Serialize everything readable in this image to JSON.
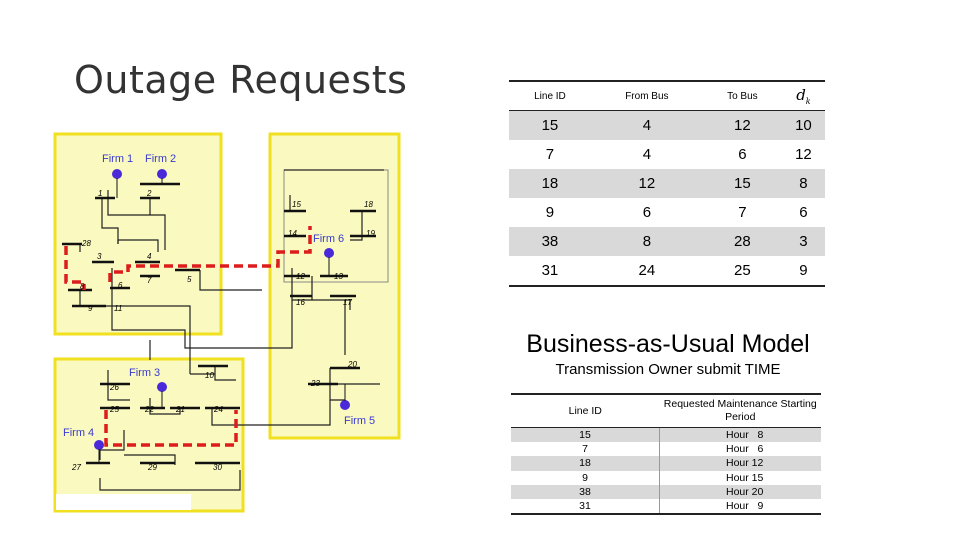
{
  "slide": {
    "title": "Outage Requests"
  },
  "diagram": {
    "firms": [
      "Firm 1",
      "Firm 2",
      "Firm 3",
      "Firm 4",
      "Firm 5",
      "Firm 6"
    ],
    "buses": [
      "1",
      "2",
      "3",
      "4",
      "5",
      "6",
      "7",
      "8",
      "9",
      "10",
      "11",
      "12",
      "13",
      "14",
      "15",
      "16",
      "17",
      "18",
      "19",
      "20",
      "21",
      "22",
      "23",
      "24",
      "25",
      "26",
      "27",
      "28",
      "29",
      "30"
    ],
    "colors": {
      "zone_fill": "#fafac0",
      "zone_border": "#f0e020",
      "outage_path": "#dd1c1c",
      "generator": "#4a2ad8"
    }
  },
  "table1": {
    "headers": [
      "Line ID",
      "From Bus",
      "To Bus",
      "d",
      "k"
    ],
    "rows": [
      [
        "15",
        "4",
        "12",
        "10"
      ],
      [
        "7",
        "4",
        "6",
        "12"
      ],
      [
        "18",
        "12",
        "15",
        "8"
      ],
      [
        "9",
        "6",
        "7",
        "6"
      ],
      [
        "38",
        "8",
        "28",
        "3"
      ],
      [
        "31",
        "24",
        "25",
        "9"
      ]
    ]
  },
  "model": {
    "title": "Business-as-Usual Model",
    "subtitle": "Transmission Owner submit TIME"
  },
  "table2": {
    "headers": [
      "Line ID",
      "Requested Maintenance Starting Period"
    ],
    "rows": [
      [
        "15",
        "Hour   8"
      ],
      [
        "7",
        "Hour   6"
      ],
      [
        "18",
        "Hour 12"
      ],
      [
        "9",
        "Hour 15"
      ],
      [
        "38",
        "Hour 20"
      ],
      [
        "31",
        "Hour   9"
      ]
    ]
  }
}
